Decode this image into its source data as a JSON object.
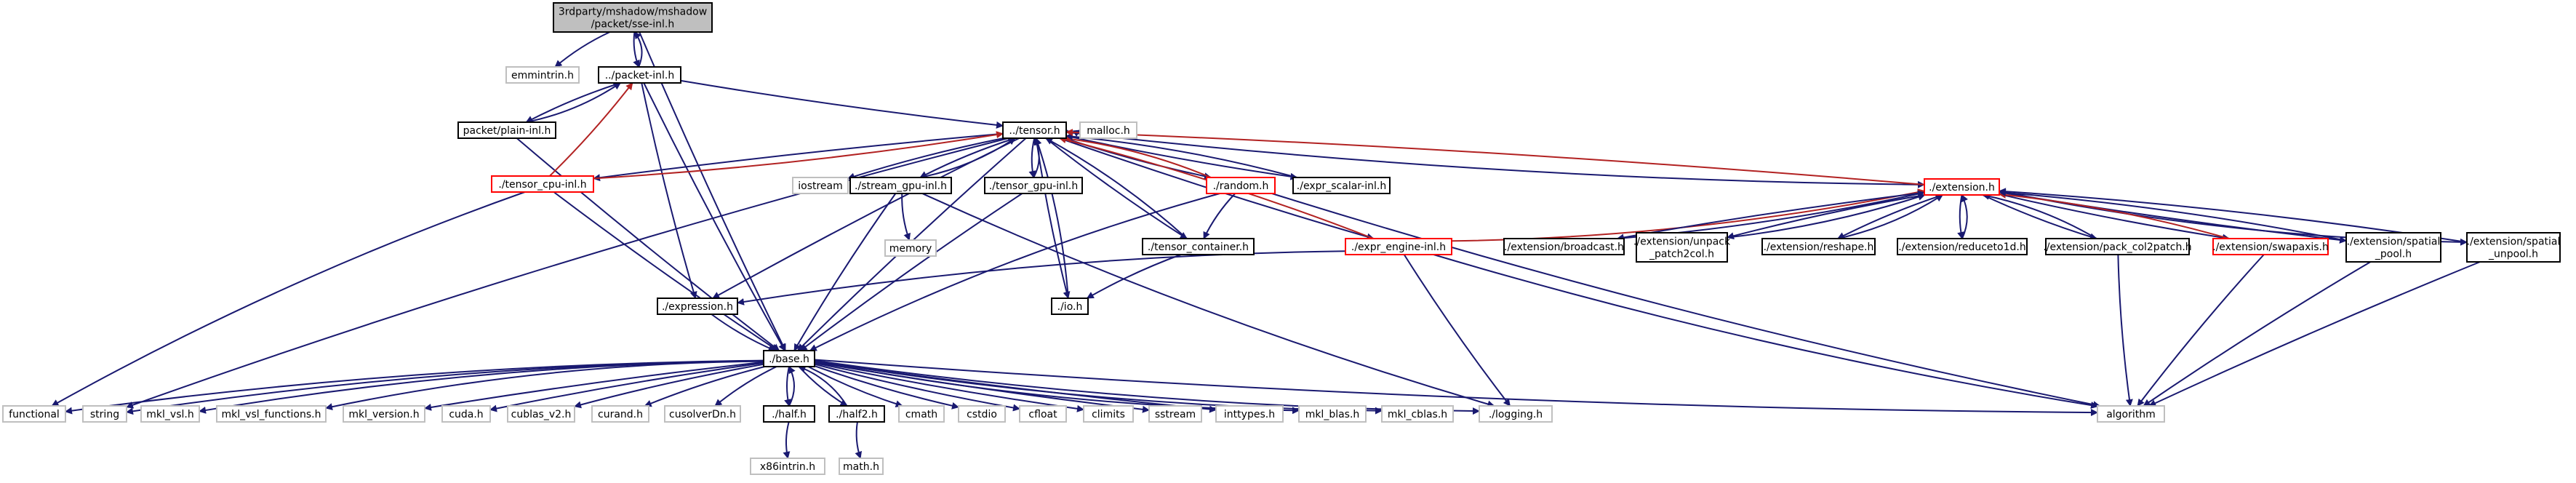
{
  "nodes": [
    {
      "id": "root",
      "lines": [
        "3rdparty/mshadow/mshadow",
        "/packet/sse-inl.h"
      ],
      "style": "root"
    },
    {
      "id": "emmintrin",
      "lines": [
        "emmintrin.h"
      ],
      "style": "system"
    },
    {
      "id": "packet_inl",
      "lines": [
        "../packet-inl.h"
      ],
      "style": "file"
    },
    {
      "id": "plain_inl",
      "lines": [
        "packet/plain-inl.h"
      ],
      "style": "file"
    },
    {
      "id": "tensor",
      "lines": [
        "../tensor.h"
      ],
      "style": "file"
    },
    {
      "id": "malloc",
      "lines": [
        "malloc.h"
      ],
      "style": "system"
    },
    {
      "id": "tensor_cpu",
      "lines": [
        "./tensor_cpu-inl.h"
      ],
      "style": "truncated"
    },
    {
      "id": "iostream",
      "lines": [
        "iostream"
      ],
      "style": "system"
    },
    {
      "id": "stream_gpu",
      "lines": [
        "./stream_gpu-inl.h"
      ],
      "style": "file"
    },
    {
      "id": "tensor_gpu",
      "lines": [
        "./tensor_gpu-inl.h"
      ],
      "style": "file"
    },
    {
      "id": "random",
      "lines": [
        "./random.h"
      ],
      "style": "truncated"
    },
    {
      "id": "expr_scalar",
      "lines": [
        "./expr_scalar-inl.h"
      ],
      "style": "file"
    },
    {
      "id": "extension",
      "lines": [
        "./extension.h"
      ],
      "style": "truncated"
    },
    {
      "id": "memory",
      "lines": [
        "memory"
      ],
      "style": "system"
    },
    {
      "id": "tensor_container",
      "lines": [
        "./tensor_container.h"
      ],
      "style": "file"
    },
    {
      "id": "expr_engine",
      "lines": [
        "./expr_engine-inl.h"
      ],
      "style": "truncated"
    },
    {
      "id": "broadcast",
      "lines": [
        "./extension/broadcast.h"
      ],
      "style": "file"
    },
    {
      "id": "unpack_patch2col",
      "lines": [
        "./extension/unpack",
        "_patch2col.h"
      ],
      "style": "file"
    },
    {
      "id": "reshape",
      "lines": [
        "./extension/reshape.h"
      ],
      "style": "file"
    },
    {
      "id": "reduceto1d",
      "lines": [
        "./extension/reduceto1d.h"
      ],
      "style": "file"
    },
    {
      "id": "pack_col2patch",
      "lines": [
        "./extension/pack_col2patch.h"
      ],
      "style": "file"
    },
    {
      "id": "swapaxis",
      "lines": [
        "./extension/swapaxis.h"
      ],
      "style": "truncated"
    },
    {
      "id": "spatial_pool",
      "lines": [
        "./extension/spatial",
        "_pool.h"
      ],
      "style": "file"
    },
    {
      "id": "spatial_unpool",
      "lines": [
        "./extension/spatial",
        "_unpool.h"
      ],
      "style": "file"
    },
    {
      "id": "expression",
      "lines": [
        "./expression.h"
      ],
      "style": "file"
    },
    {
      "id": "io",
      "lines": [
        "./io.h"
      ],
      "style": "file"
    },
    {
      "id": "base",
      "lines": [
        "./base.h"
      ],
      "style": "file"
    },
    {
      "id": "functional",
      "lines": [
        "functional"
      ],
      "style": "system"
    },
    {
      "id": "string",
      "lines": [
        "string"
      ],
      "style": "system"
    },
    {
      "id": "mkl_vsl",
      "lines": [
        "mkl_vsl.h"
      ],
      "style": "system"
    },
    {
      "id": "mkl_vsl_functions",
      "lines": [
        "mkl_vsl_functions.h"
      ],
      "style": "system"
    },
    {
      "id": "mkl_version",
      "lines": [
        "mkl_version.h"
      ],
      "style": "system"
    },
    {
      "id": "cuda",
      "lines": [
        "cuda.h"
      ],
      "style": "system"
    },
    {
      "id": "cublas_v2",
      "lines": [
        "cublas_v2.h"
      ],
      "style": "system"
    },
    {
      "id": "curand",
      "lines": [
        "curand.h"
      ],
      "style": "system"
    },
    {
      "id": "cusolverDn",
      "lines": [
        "cusolverDn.h"
      ],
      "style": "system"
    },
    {
      "id": "half",
      "lines": [
        "./half.h"
      ],
      "style": "file"
    },
    {
      "id": "half2",
      "lines": [
        "./half2.h"
      ],
      "style": "file"
    },
    {
      "id": "cmath",
      "lines": [
        "cmath"
      ],
      "style": "system"
    },
    {
      "id": "cstdio",
      "lines": [
        "cstdio"
      ],
      "style": "system"
    },
    {
      "id": "cfloat",
      "lines": [
        "cfloat"
      ],
      "style": "system"
    },
    {
      "id": "climits",
      "lines": [
        "climits"
      ],
      "style": "system"
    },
    {
      "id": "sstream",
      "lines": [
        "sstream"
      ],
      "style": "system"
    },
    {
      "id": "inttypes",
      "lines": [
        "inttypes.h"
      ],
      "style": "system"
    },
    {
      "id": "mkl_blas",
      "lines": [
        "mkl_blas.h"
      ],
      "style": "system"
    },
    {
      "id": "mkl_cblas",
      "lines": [
        "mkl_cblas.h"
      ],
      "style": "system"
    },
    {
      "id": "logging",
      "lines": [
        "./logging.h"
      ],
      "style": "system"
    },
    {
      "id": "algorithm",
      "lines": [
        "algorithm"
      ],
      "style": "system"
    },
    {
      "id": "x86intrin",
      "lines": [
        "x86intrin.h"
      ],
      "style": "system"
    },
    {
      "id": "math",
      "lines": [
        "math.h"
      ],
      "style": "system"
    }
  ],
  "edges": [
    [
      "root",
      "emmintrin"
    ],
    [
      "root",
      "packet_inl"
    ],
    [
      "root",
      "base"
    ],
    [
      "packet_inl",
      "root"
    ],
    [
      "packet_inl",
      "plain_inl"
    ],
    [
      "packet_inl",
      "tensor"
    ],
    [
      "packet_inl",
      "expression"
    ],
    [
      "packet_inl",
      "base"
    ],
    [
      "plain_inl",
      "packet_inl"
    ],
    [
      "plain_inl",
      "base"
    ],
    [
      "tensor",
      "malloc"
    ],
    [
      "tensor",
      "iostream"
    ],
    [
      "tensor",
      "stream_gpu"
    ],
    [
      "tensor",
      "tensor_gpu"
    ],
    [
      "tensor",
      "tensor_cpu"
    ],
    [
      "tensor",
      "random"
    ],
    [
      "tensor",
      "expr_scalar"
    ],
    [
      "tensor",
      "extension"
    ],
    [
      "tensor",
      "tensor_container"
    ],
    [
      "tensor",
      "expr_engine"
    ],
    [
      "tensor",
      "io"
    ],
    [
      "tensor",
      "expression"
    ],
    [
      "tensor",
      "base"
    ],
    [
      "tensor",
      "string"
    ],
    [
      "tensor_cpu",
      "tensor"
    ],
    [
      "tensor_cpu",
      "packet_inl"
    ],
    [
      "tensor_cpu",
      "base"
    ],
    [
      "tensor_cpu",
      "functional"
    ],
    [
      "stream_gpu",
      "tensor"
    ],
    [
      "stream_gpu",
      "memory"
    ],
    [
      "stream_gpu",
      "base"
    ],
    [
      "stream_gpu",
      "logging"
    ],
    [
      "tensor_gpu",
      "tensor"
    ],
    [
      "tensor_gpu",
      "base"
    ],
    [
      "random",
      "tensor"
    ],
    [
      "random",
      "tensor_container"
    ],
    [
      "random",
      "base"
    ],
    [
      "random",
      "algorithm"
    ],
    [
      "expr_scalar",
      "tensor"
    ],
    [
      "tensor_container",
      "tensor"
    ],
    [
      "tensor_container",
      "io"
    ],
    [
      "expr_engine",
      "tensor"
    ],
    [
      "expr_engine",
      "extension"
    ],
    [
      "expr_engine",
      "expression"
    ],
    [
      "expr_engine",
      "logging"
    ],
    [
      "expr_engine",
      "algorithm"
    ],
    [
      "extension",
      "tensor"
    ],
    [
      "extension",
      "broadcast"
    ],
    [
      "extension",
      "unpack_patch2col"
    ],
    [
      "extension",
      "reshape"
    ],
    [
      "extension",
      "reduceto1d"
    ],
    [
      "extension",
      "pack_col2patch"
    ],
    [
      "extension",
      "swapaxis"
    ],
    [
      "extension",
      "spatial_pool"
    ],
    [
      "extension",
      "spatial_unpool"
    ],
    [
      "broadcast",
      "extension"
    ],
    [
      "unpack_patch2col",
      "extension"
    ],
    [
      "reshape",
      "extension"
    ],
    [
      "reduceto1d",
      "extension"
    ],
    [
      "pack_col2patch",
      "extension"
    ],
    [
      "swapaxis",
      "extension"
    ],
    [
      "spatial_pool",
      "extension"
    ],
    [
      "spatial_unpool",
      "extension"
    ],
    [
      "pack_col2patch",
      "algorithm"
    ],
    [
      "swapaxis",
      "algorithm"
    ],
    [
      "spatial_pool",
      "algorithm"
    ],
    [
      "spatial_unpool",
      "algorithm"
    ],
    [
      "io",
      "tensor"
    ],
    [
      "expression",
      "base"
    ],
    [
      "base",
      "functional"
    ],
    [
      "base",
      "string"
    ],
    [
      "base",
      "mkl_vsl"
    ],
    [
      "base",
      "mkl_vsl_functions"
    ],
    [
      "base",
      "mkl_version"
    ],
    [
      "base",
      "cuda"
    ],
    [
      "base",
      "cublas_v2"
    ],
    [
      "base",
      "curand"
    ],
    [
      "base",
      "cusolverDn"
    ],
    [
      "base",
      "half"
    ],
    [
      "base",
      "half2"
    ],
    [
      "base",
      "cmath"
    ],
    [
      "base",
      "cstdio"
    ],
    [
      "base",
      "cfloat"
    ],
    [
      "base",
      "climits"
    ],
    [
      "base",
      "sstream"
    ],
    [
      "base",
      "inttypes"
    ],
    [
      "base",
      "mkl_blas"
    ],
    [
      "base",
      "mkl_cblas"
    ],
    [
      "base",
      "logging"
    ],
    [
      "base",
      "algorithm"
    ],
    [
      "half",
      "base"
    ],
    [
      "half",
      "x86intrin"
    ],
    [
      "half2",
      "base"
    ],
    [
      "half2",
      "math"
    ]
  ],
  "colors": {
    "edge": "#191970",
    "red_edge": "#b22222",
    "file_border": "#000000",
    "system_border": "#bfbfbf",
    "truncated_border": "#ff0000",
    "root_fill": "#bfbfbf",
    "system_text": "#000000"
  }
}
